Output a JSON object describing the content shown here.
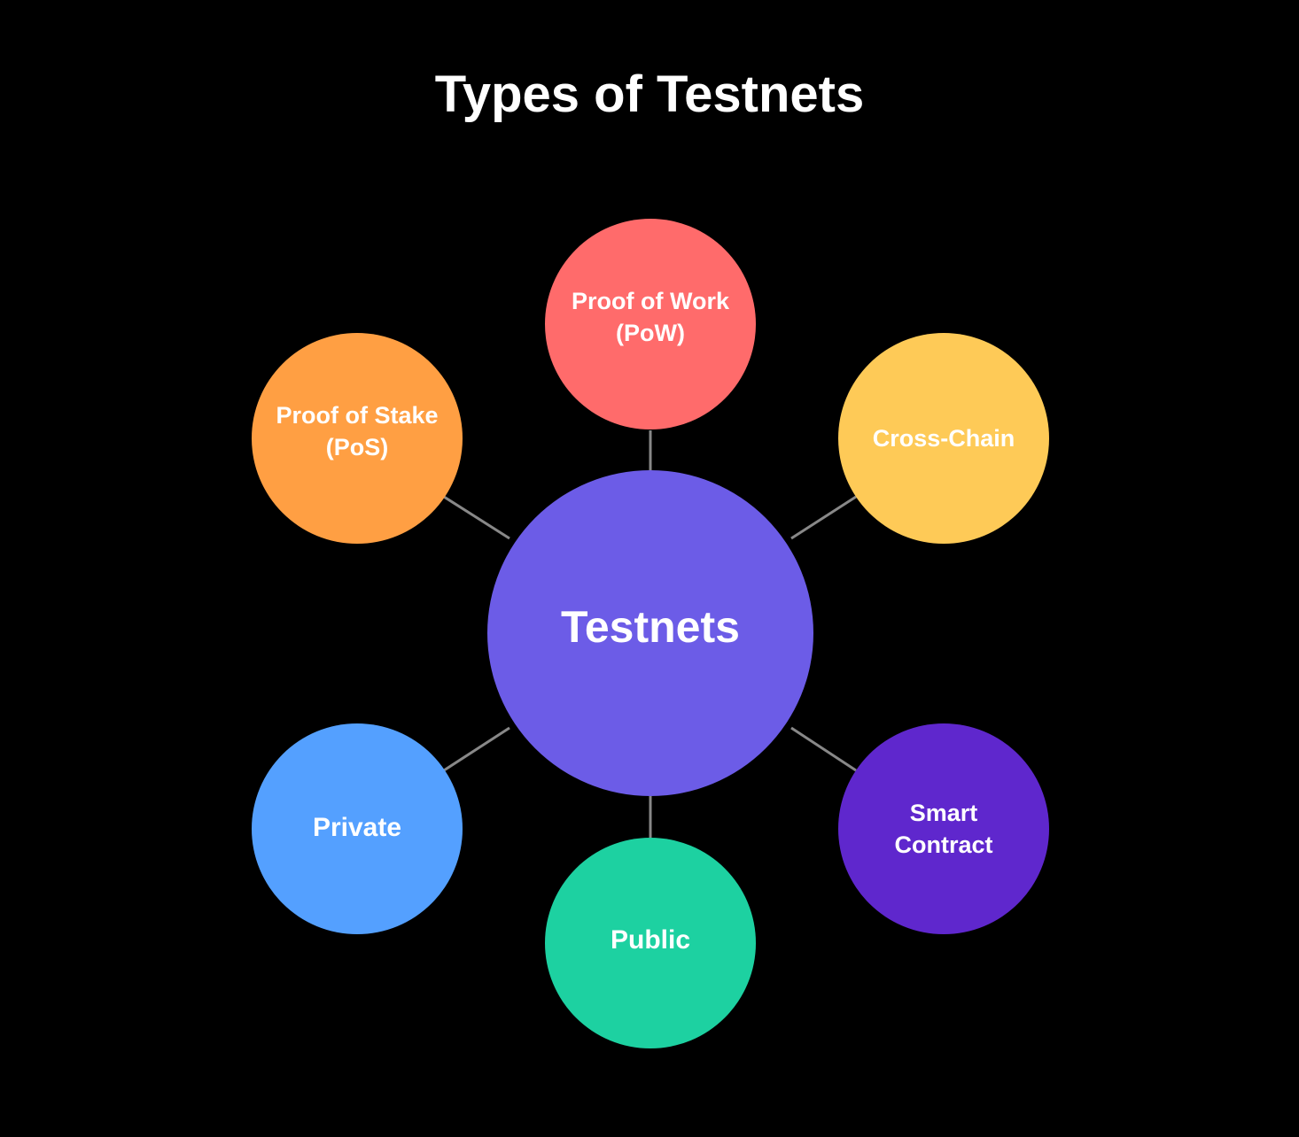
{
  "title": "Types of Testnets",
  "center": {
    "label": "Testnets",
    "color": "#6c5ce7"
  },
  "nodes": [
    {
      "label": "Proof of Work\n(PoW)",
      "color": "#ff6b6b"
    },
    {
      "label": "Proof of Stake\n(PoS)",
      "color": "#ff9f43"
    },
    {
      "label": "Cross-Chain",
      "color": "#feca57"
    },
    {
      "label": "Private",
      "color": "#54a0ff"
    },
    {
      "label": "Smart\nContract",
      "color": "#5f27cd"
    },
    {
      "label": "Public",
      "color": "#1dd1a1"
    }
  ],
  "connector_color": "#888888",
  "background_color": "#000000"
}
